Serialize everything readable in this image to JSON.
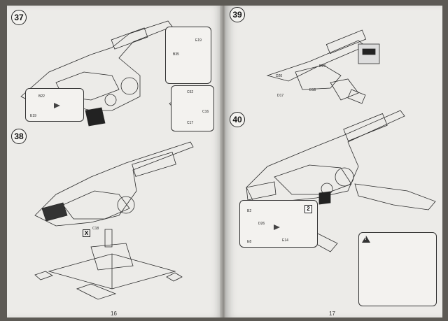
{
  "left_page": {
    "page_number": "16",
    "steps": [
      {
        "number": "37",
        "labels": [
          "E19",
          "B35",
          "B22",
          "E19",
          "C62",
          "C16",
          "C17"
        ]
      },
      {
        "number": "38",
        "labels": [
          "C18"
        ],
        "remove_mark": "X"
      }
    ]
  },
  "right_page": {
    "page_number": "17",
    "steps": [
      {
        "number": "39",
        "labels": [
          "D20",
          "D23",
          "D16",
          "D17"
        ]
      },
      {
        "number": "40",
        "labels": [
          "B2",
          "D26",
          "E8",
          "E14"
        ],
        "sub_step": "2",
        "warning_mark": "!"
      }
    ]
  }
}
